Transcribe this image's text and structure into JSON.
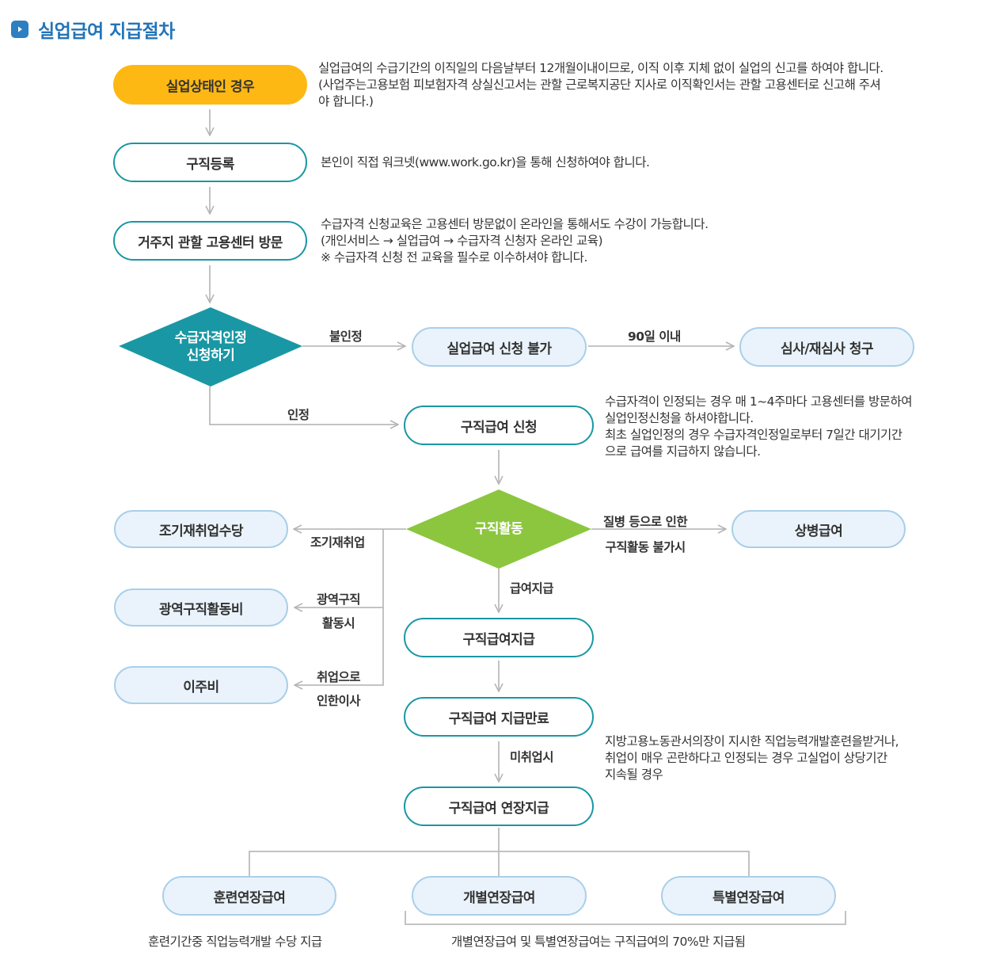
{
  "title": "실업급여 지급절차",
  "steps": {
    "unemployed": "실업상태인 경우",
    "job_registration": "구직등록",
    "visit_center": "거주지 관할 고용센터 방문",
    "apply_line1": "수급자격인정",
    "apply_line2": "신청하기",
    "not_eligible": "실업급여 신청 불가",
    "appeal": "심사/재심사 청구",
    "job_benefit_apply": "구직급여 신청",
    "job_search": "구직활동",
    "early_reemployment": "조기재취업수당",
    "wide_area": "광역구직활동비",
    "relocation": "이주비",
    "sickness": "상병급여",
    "payment": "구직급여지급",
    "payment_end": "구직급여 지급만료",
    "extended": "구직급여 연장지급",
    "training_ext": "훈련연장급여",
    "individual_ext": "개별연장급여",
    "special_ext": "특별연장급여"
  },
  "labels": {
    "rejected": "불인정",
    "within_90": "90일 이내",
    "approved": "인정",
    "early": "조기재취업",
    "wide_1": "광역구직",
    "wide_2": "활동시",
    "move_1": "취업으로",
    "move_2": "인한이사",
    "sick_1": "질병 등으로 인한",
    "sick_2": "구직활동 불가시",
    "paid": "급여지급",
    "not_employed": "미취업시"
  },
  "notes": {
    "unemployed": [
      "실업급여의 수급기간의 이직일의 다음날부터 12개월이내이므로, 이직 이후 지체 없이 실업의 신고를 하여야 합니다.",
      "(사업주는고용보험 피보험자격 상실신고서는 관할 근로복지공단 지사로 이직확인서는 관할 고용센터로 신고해 주셔",
      "야 합니다.)"
    ],
    "registration": [
      "본인이 직접 워크넷(www.work.go.kr)을 통해 신청하여야 합니다."
    ],
    "visit": [
      "수급자격 신청교육은 고용센터 방문없이 온라인을 통해서도 수강이 가능합니다.",
      "(개인서비스 → 실업급여 → 수급자격 신청자 온라인 교육)",
      "※ 수급자격 신청 전 교육을 필수로 이수하셔야 합니다."
    ],
    "benefit_apply": [
      "수급자격이 인정되는 경우 매 1~4주마다 고용센터를 방문하여",
      "실업인정신청을 하셔야합니다.",
      "최초 실업인정의 경우 수급자격인정일로부터 7일간 대기기간",
      "으로 급여를 지급하지 않습니다."
    ],
    "extension": [
      "지방고용노동관서의장이 지시한 직업능력개발훈련을받거나,",
      "취업이 매우 곤란하다고 인정되는 경우 고실업이 상당기간",
      "지속될 경우"
    ],
    "training": "훈련기간중 직업능력개발 수당 지급",
    "ext_pay": "개별연장급여 및 특별연장급여는 구직급여의 70%만 지급됨"
  },
  "colors": {
    "title": "#2374b8",
    "yellow": "#fdb813",
    "teal": "#1a97a4",
    "green": "#8cc63f",
    "light_border": "#a9cfe9",
    "light_fill": "#eaf3fb",
    "line": "#bbbbbb"
  }
}
